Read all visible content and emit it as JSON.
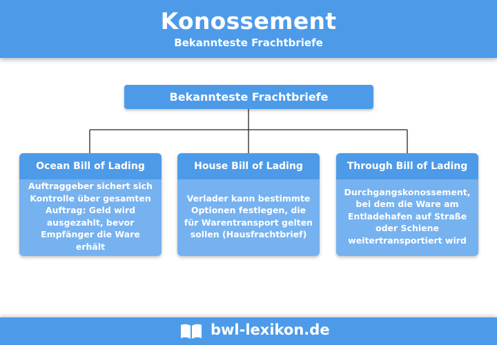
{
  "header": {
    "title": "Konossement",
    "subtitle": "Bekannteste Frachtbriefe"
  },
  "diagram": {
    "root_label": "Bekannteste Frachtbriefe",
    "cards": [
      {
        "title": "Ocean Bill of Lading",
        "text": "Auftraggeber sichert sich Kontrolle über gesamten Auftrag: Geld wird ausgezahlt, bevor Empfänger die Ware erhält"
      },
      {
        "title": "House Bill of Lading",
        "text": "Verlader kann bestimmte Optionen festlegen, die für Warentransport gelten sollen (Hausfrachtbrief)"
      },
      {
        "title": "Through Bill of Lading",
        "text": "Durchgangskonossement, bei dem die Ware am Entladehafen auf Straße oder Schiene weitertransportiert wird"
      }
    ]
  },
  "footer": {
    "brand": "bwl-lexikon.de",
    "icon": "open-book-icon"
  },
  "colors": {
    "primary": "#4d9be8",
    "card_body": "#76b2ef",
    "connector": "#222222"
  }
}
